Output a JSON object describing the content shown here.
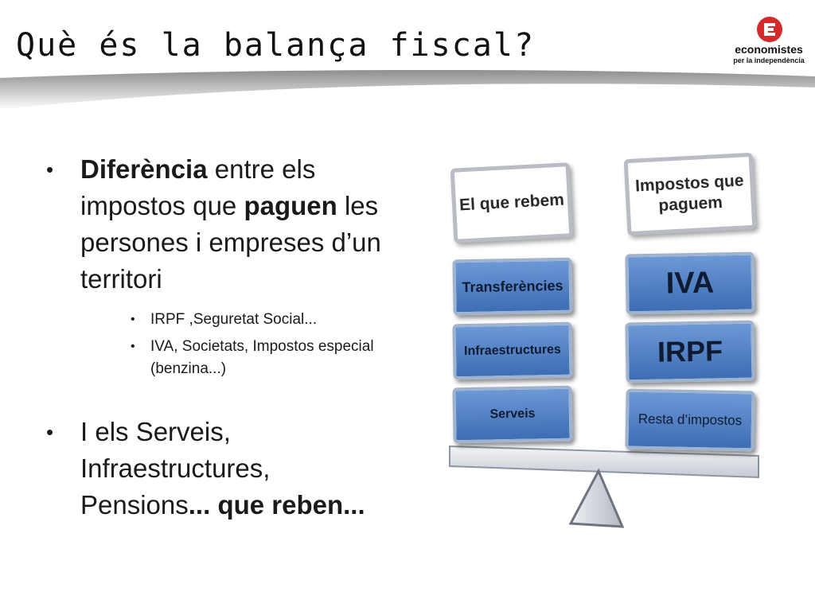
{
  "title": "Què és la balança fiscal?",
  "logo": {
    "name": "economistes",
    "subtitle": "per la independència"
  },
  "bullets": {
    "b1_bold": "Diferència",
    "b1_text1": " entre els impostos que ",
    "b1_bold2": "paguen",
    "b1_text2": " les persones i empreses d’un territori",
    "sub1": "IRPF ,Seguretat Social...",
    "sub2": "IVA, Societats, Impostos especial (benzina...)",
    "b2_text": "I els Serveis, Infraestructures, Pensions",
    "b2_bold": "... que reben..."
  },
  "diagram": {
    "left_header": "El que rebem",
    "right_header": "Impostos que paguem",
    "left_items": [
      "Transferències",
      "Infraestructures",
      "Serveis"
    ],
    "right_items": [
      "IVA",
      "IRPF",
      "Resta d’impostos"
    ]
  },
  "colors": {
    "accent": "#d42a2a",
    "card_blue": "#4a7cc4",
    "card_border": "#9fb3cf"
  }
}
